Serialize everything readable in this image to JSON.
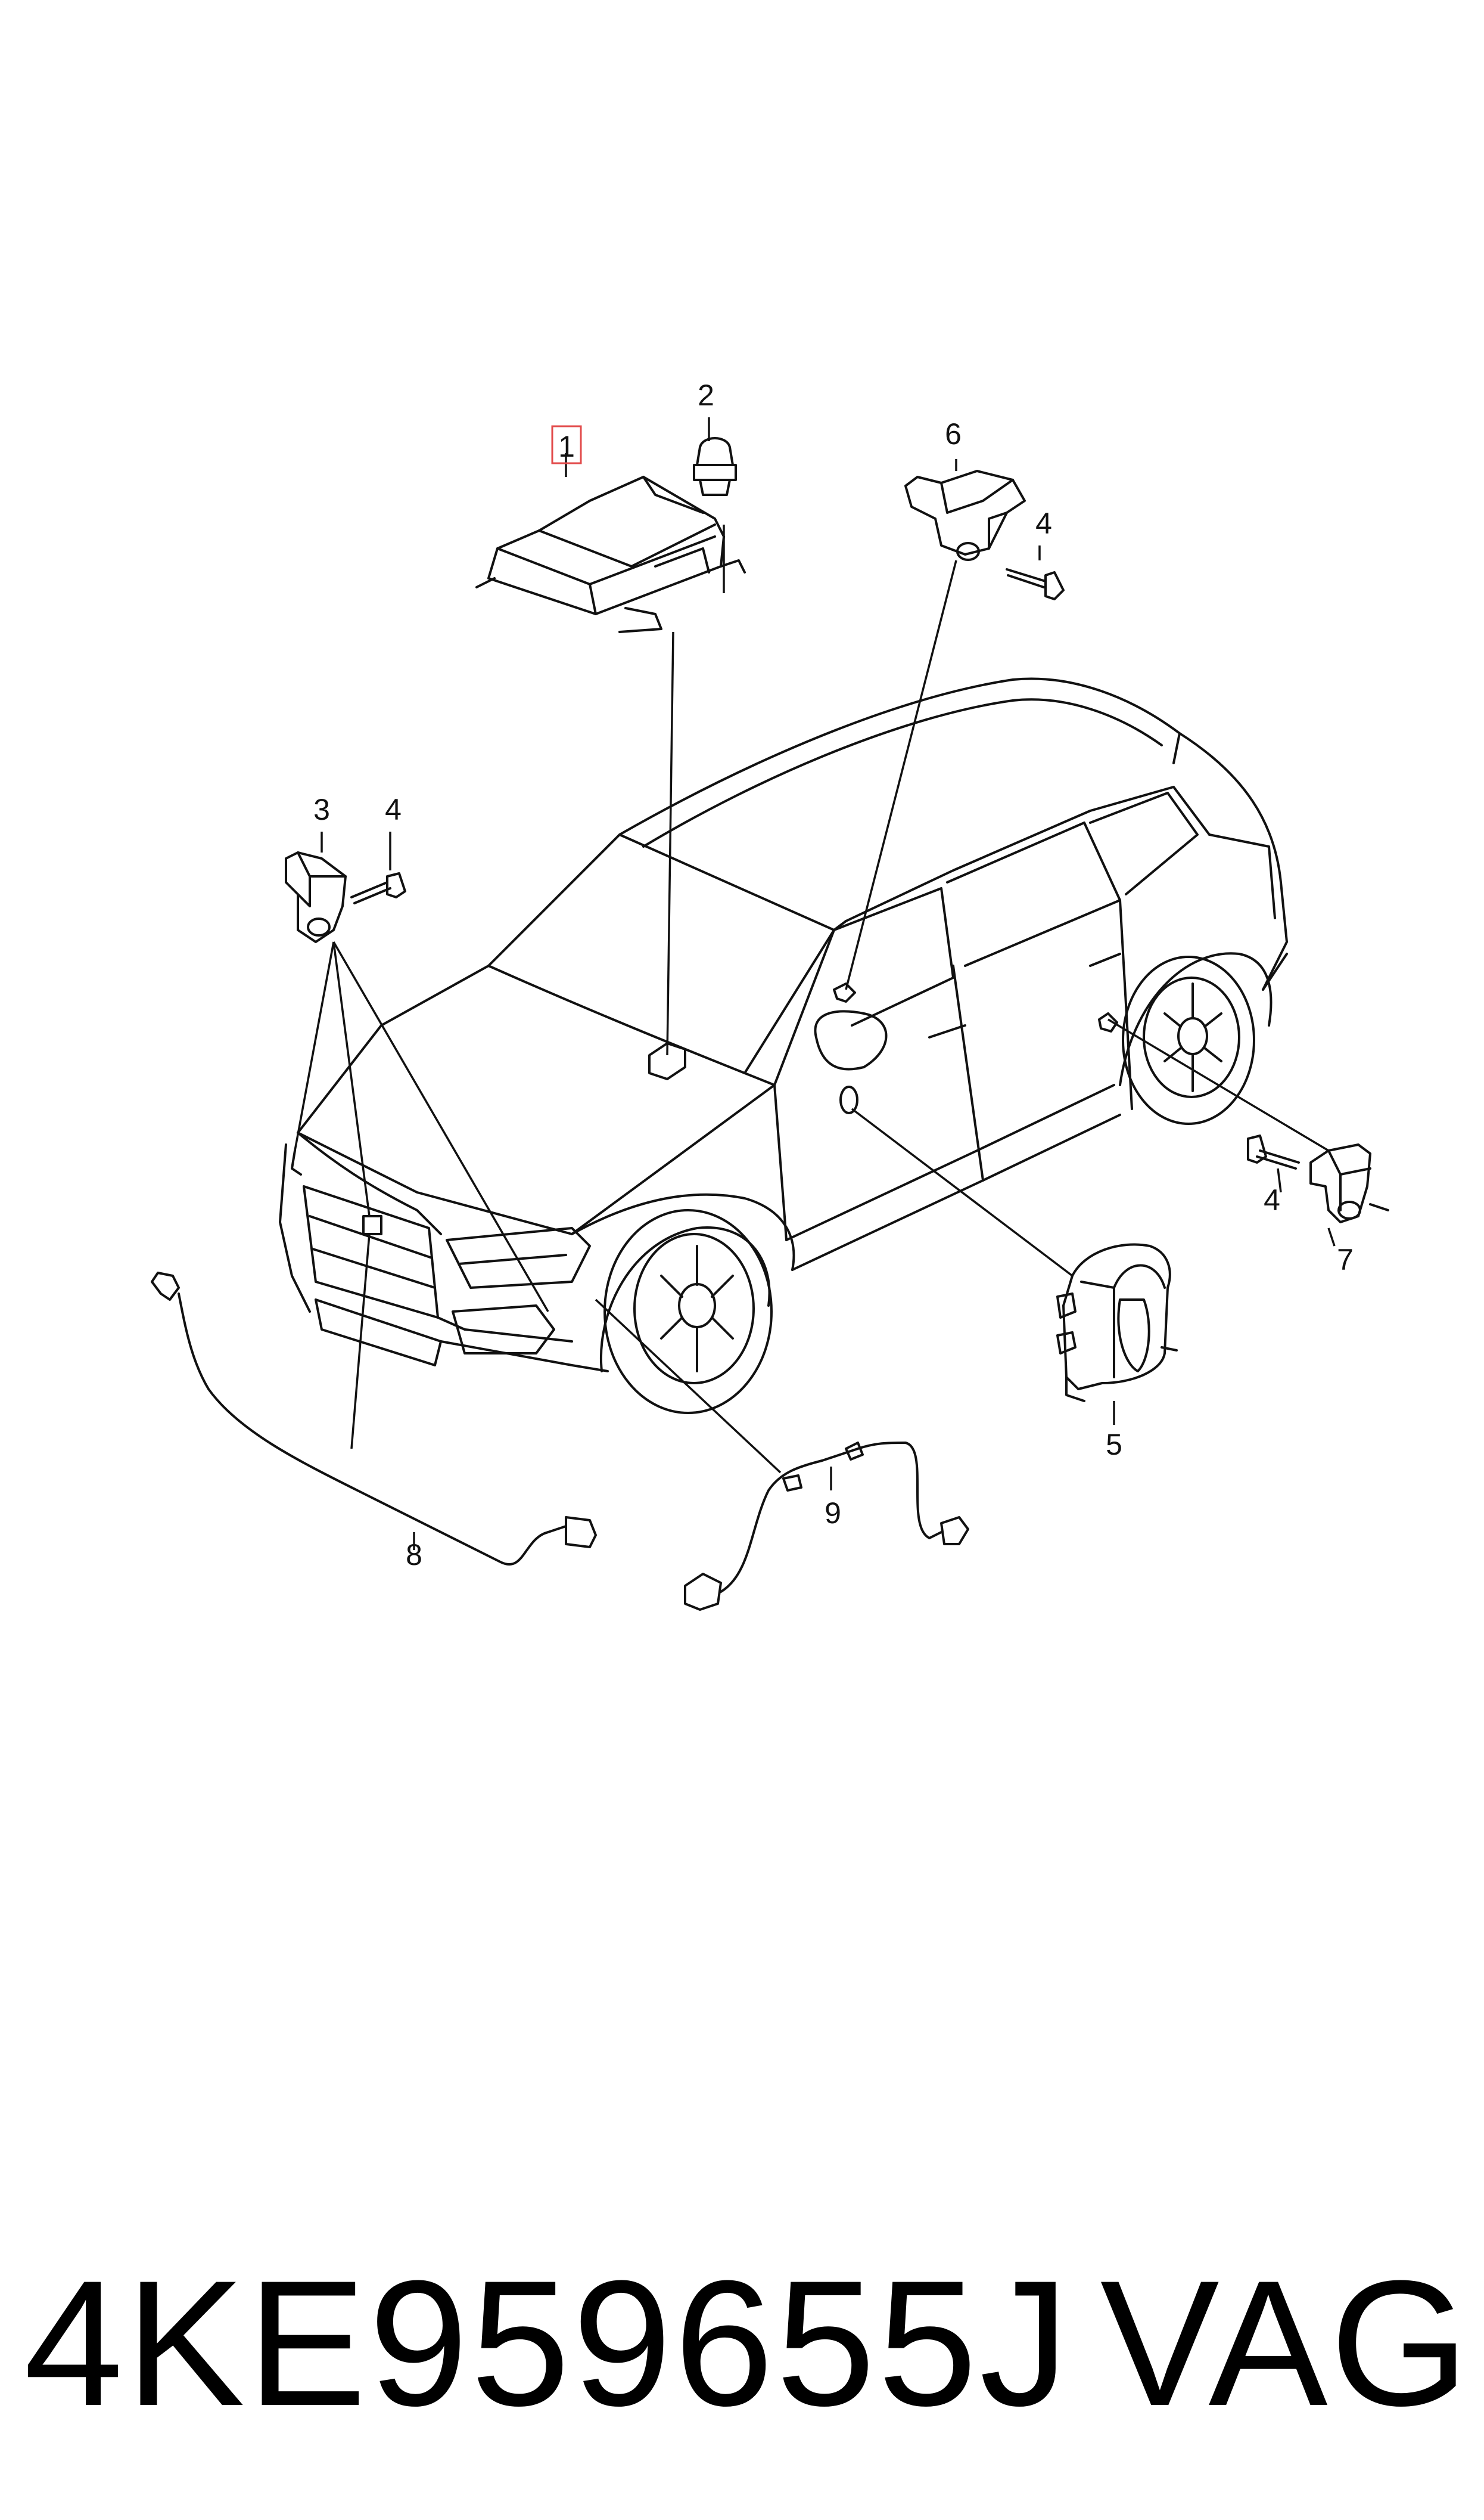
{
  "callouts": {
    "c1": "1",
    "c2": "2",
    "c3": "3",
    "c4a": "4",
    "c4b": "4",
    "c4c": "4",
    "c5": "5",
    "c6": "6",
    "c7": "7",
    "c8": "8",
    "c9": "9"
  },
  "highlight_color": "#e24a4a",
  "caption": {
    "part_number": "4KE959655J",
    "brand": "VAG"
  }
}
